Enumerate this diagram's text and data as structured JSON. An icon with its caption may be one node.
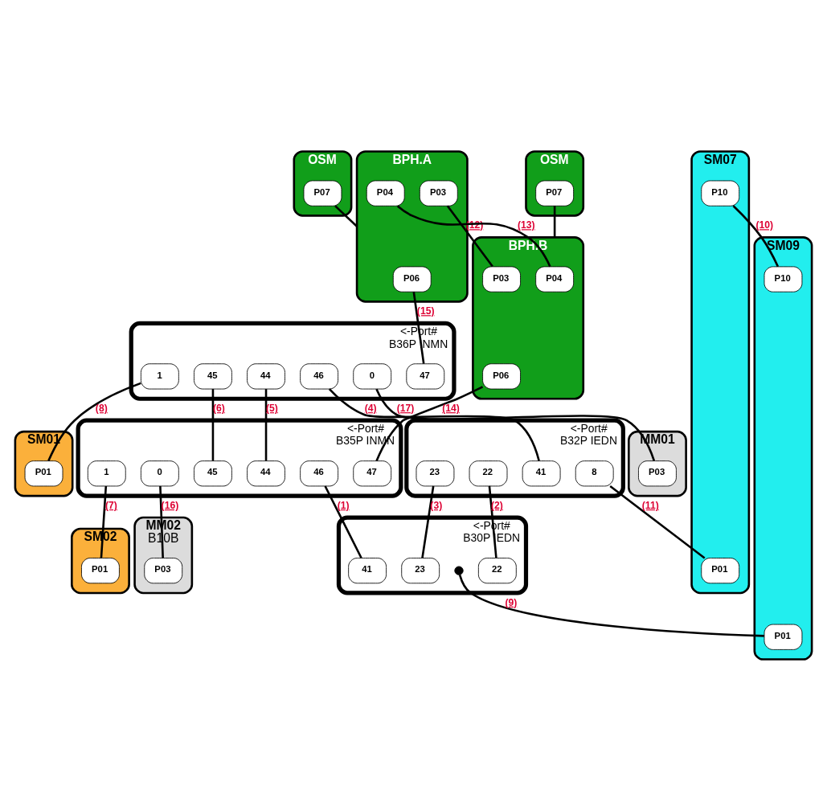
{
  "diagram": {
    "nodes": [
      {
        "text": [
          "OSM"
        ]
      },
      {
        "text": [
          "P07"
        ],
        "in": 0
      },
      {
        "text": [
          "BPH.A"
        ]
      },
      {
        "text": [
          "P06"
        ],
        "in": 2
      },
      {
        "text": [
          "P03"
        ],
        "in": 2
      },
      {
        "text": [
          "P04"
        ],
        "in": 2
      },
      {
        "text": [
          "<-Port#",
          "B36P INMN"
        ]
      },
      {
        "text": [
          "47"
        ],
        "in": 6
      },
      {
        "text": [
          "1"
        ],
        "in": 6
      },
      {
        "text": [
          "45"
        ],
        "in": 6
      },
      {
        "text": [
          "44"
        ],
        "in": 6
      },
      {
        "text": [
          "46"
        ],
        "in": 6
      },
      {
        "text": [
          "0"
        ],
        "in": 6
      },
      {
        "text": [
          "<-Port#",
          "B35P INMN"
        ]
      },
      {
        "text": [
          "47"
        ],
        "in": 13
      },
      {
        "text": [
          "1"
        ],
        "in": 13
      },
      {
        "text": [
          "45"
        ],
        "in": 13
      },
      {
        "text": [
          "44"
        ],
        "in": 13
      },
      {
        "text": [
          "46"
        ],
        "in": 13
      },
      {
        "text": [
          "0"
        ],
        "in": 13
      },
      {
        "text": [
          "OSM"
        ]
      },
      {
        "text": [
          "P07"
        ],
        "in": 20
      },
      {
        "text": [
          "BPH.B"
        ]
      },
      {
        "text": [
          "P04"
        ],
        "in": 22
      },
      {
        "text": [
          "P03"
        ],
        "in": 22
      },
      {
        "text": [
          "P06"
        ],
        "in": 22
      },
      {
        "text": [
          "<-Port#",
          "B32P IEDN"
        ]
      },
      {
        "text": [
          "8"
        ],
        "in": 26
      },
      {
        "text": [
          "41"
        ],
        "in": 26
      },
      {
        "text": [
          "22"
        ],
        "in": 26
      },
      {
        "text": [
          "23"
        ],
        "in": 26
      },
      {
        "text": [
          "<-Port#",
          "B30P IEDN"
        ]
      },
      {
        "text": [
          "41"
        ],
        "in": 31
      },
      {
        "text": [],
        "shape": "circle",
        "in": 31
      },
      {
        "text": [
          "22"
        ],
        "in": 31
      },
      {
        "text": [
          "23"
        ],
        "in": 31
      },
      {
        "text": [
          "SM07"
        ]
      },
      {
        "text": [
          "P01"
        ],
        "in": 36
      },
      {
        "text": [
          "P10"
        ],
        "in": 36
      },
      {
        "text": [
          "SM01"
        ]
      },
      {
        "text": [
          "P01"
        ],
        "in": 39
      },
      {
        "text": [
          "MM01"
        ]
      },
      {
        "text": [
          "P03"
        ],
        "in": 41
      },
      {
        "text": [
          "SM02"
        ]
      },
      {
        "text": [
          "P01"
        ],
        "in": 43
      },
      {
        "text": [
          "SM09"
        ]
      },
      {
        "text": [
          "P10"
        ],
        "in": 45
      },
      {
        "text": [
          "P01"
        ],
        "in": 45
      },
      {
        "text": [
          "MM02"
        ],
        "beside": [
          "B10B"
        ]
      },
      {
        "text": [
          "P03"
        ],
        "in": 48
      }
    ],
    "edges": [
      {
        "from": 1,
        "to": 2,
        "arrow": "none"
      },
      {
        "from": 21,
        "to": 22,
        "arrow": "none"
      },
      {
        "from": 18,
        "to": 32,
        "arrow": "none",
        "label": "(1)"
      },
      {
        "from": 29,
        "to": 34,
        "arrow": "none",
        "label": "(2)"
      },
      {
        "from": 30,
        "to": 35,
        "arrow": "none",
        "label": "(3)"
      },
      {
        "from": 11,
        "to": 28,
        "arrow": "none",
        "label": "(4)"
      },
      {
        "from": 10,
        "to": 17,
        "arrow": "none",
        "label": "(5)"
      },
      {
        "from": 9,
        "to": 16,
        "arrow": "none",
        "label": "(6)"
      },
      {
        "from": 15,
        "to": 44,
        "arrow": "none",
        "label": "(7)"
      },
      {
        "from": 8,
        "to": 40,
        "arrow": "none",
        "label": "(8)"
      },
      {
        "from": 33,
        "to": 47,
        "arrow": "none",
        "label": "(9)"
      },
      {
        "from": 38,
        "to": 46,
        "arrow": "none",
        "label": "(10)"
      },
      {
        "from": 27,
        "to": 37,
        "arrow": "none",
        "label": "(11)"
      },
      {
        "from": 4,
        "to": 24,
        "arrow": "none",
        "label": "(12)"
      },
      {
        "from": 5,
        "to": 23,
        "arrow": "none",
        "label": "(13)"
      },
      {
        "from": 25,
        "to": 14,
        "arrow": "none",
        "label": "(14)"
      },
      {
        "from": 3,
        "to": 7,
        "arrow": "none",
        "label": "(15)"
      },
      {
        "from": 19,
        "to": 49,
        "arrow": "none",
        "label": "(16)"
      },
      {
        "from": 12,
        "to": 42,
        "arrow": "none",
        "label": "(17)"
      }
    ]
  }
}
